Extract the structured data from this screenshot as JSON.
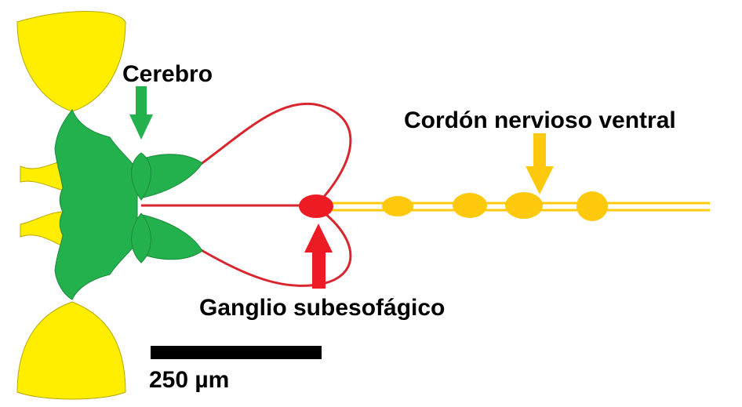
{
  "labels": {
    "brain": "Cerebro",
    "ventral_nerve_cord": "Cordón nervioso ventral",
    "subesophageal_ganglion": "Ganglio subesofágico",
    "scale_bar": "250 µm"
  },
  "colors": {
    "brain": "#22b14c",
    "subesophageal": "#ed1c24",
    "nerve_cord": "#ffc90e",
    "sensory": "#ffee00",
    "scale_bar": "#000000"
  }
}
